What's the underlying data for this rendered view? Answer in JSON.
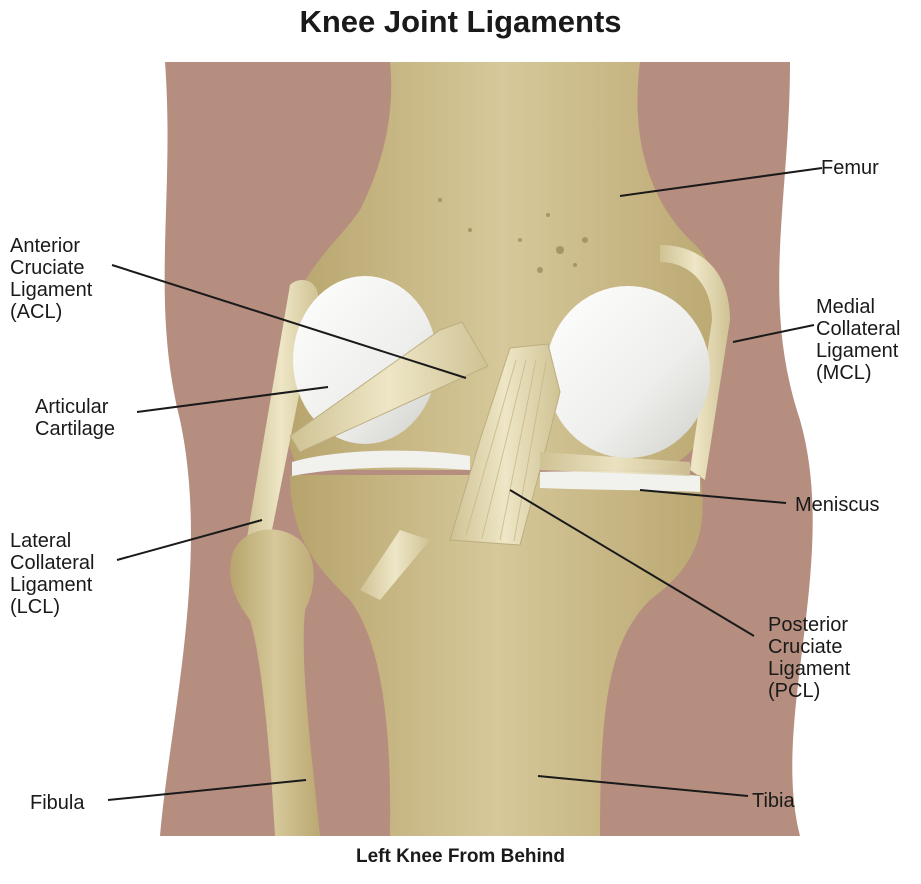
{
  "title": "Knee Joint Ligaments",
  "caption": "Left Knee From Behind",
  "colors": {
    "skin": "#b58e7f",
    "bone": "#cfc090",
    "bone_dark": "#a8935e",
    "cartilage": "#f2f2f0",
    "ligament": "#e6dcb8",
    "text": "#1a1a1a"
  },
  "labels": {
    "femur": "Femur",
    "acl": "Anterior\nCruciate\nLigament\n(ACL)",
    "mcl": "Medial\nCollateral\nLigament\n(MCL)",
    "articular_cartilage": "Articular\nCartilage",
    "meniscus": "Meniscus",
    "lcl": "Lateral\nCollateral\nLigament\n(LCL)",
    "pcl": "Posterior\nCruciate\nLigament\n(PCL)",
    "fibula": "Fibula",
    "tibia": "Tibia"
  }
}
